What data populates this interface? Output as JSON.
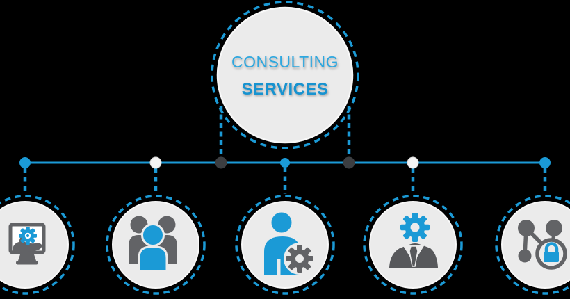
{
  "diagram": {
    "root": {
      "title_line1": "CONSULTING",
      "title_line2": "SERVICES"
    },
    "children": [
      {
        "name": "it-service-node",
        "icon": "monitor-gear-hand-icon"
      },
      {
        "name": "team-node",
        "icon": "user-group-icon"
      },
      {
        "name": "staff-management-node",
        "icon": "user-gear-icon"
      },
      {
        "name": "consultant-node",
        "icon": "businessman-gear-icon"
      },
      {
        "name": "network-security-node",
        "icon": "network-lock-icon"
      }
    ]
  },
  "colors": {
    "background": "#000000",
    "accent_blue": "#1b9ad6",
    "title_light_blue": "#2ea7df",
    "title_bold_blue": "#1793d0",
    "circle_fill": "#ebebeb",
    "circle_rim": "#f8f8f8",
    "icon_gray": "#626366",
    "dark_connector_node": "#3c3e41",
    "white_connector_node": "#f4f4f4"
  }
}
